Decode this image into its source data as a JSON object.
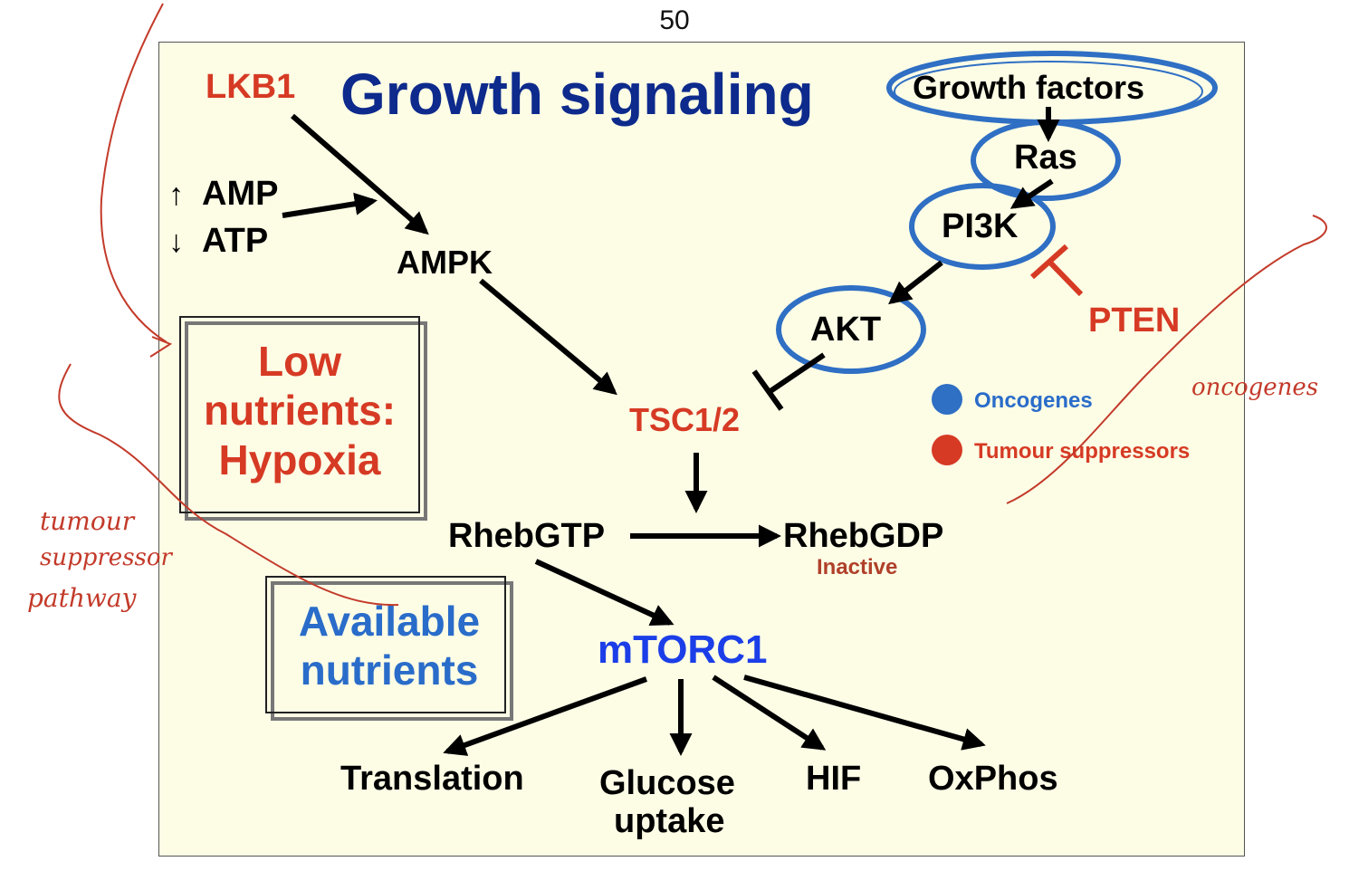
{
  "page": {
    "number": "50"
  },
  "slide": {
    "title": "Growth signaling",
    "nodes": {
      "lkb1": "LKB1",
      "amp": "AMP",
      "atp": "ATP",
      "amp_arrow": "↑",
      "atp_arrow": "↓",
      "ampk": "AMPK",
      "growth_factors": "Growth factors",
      "ras": "Ras",
      "pi3k": "PI3K",
      "akt": "AKT",
      "pten": "PTEN",
      "tsc": "TSC1/2",
      "rheb_gtp": "RhebGTP",
      "rheb_gdp": "RhebGDP",
      "rheb_gdp_note": "Inactive",
      "mtorc1": "mTORC1",
      "translation": "Translation",
      "glucose_line1": "Glucose",
      "glucose_line2": "uptake",
      "hif": "HIF",
      "oxphos": "OxPhos"
    },
    "boxes": {
      "low_line1": "Low",
      "low_line2": "nutrients:",
      "low_line3": "Hypoxia",
      "avail_line1": "Available",
      "avail_line2": "nutrients"
    },
    "legend": {
      "oncogenes": "Oncogenes",
      "suppressors": "Tumour suppressors"
    }
  },
  "annotations": {
    "left_line1": "tumour",
    "left_line2": "suppressor",
    "left_line3": "pathway",
    "right": "oncogenes"
  },
  "colors": {
    "title": "#0d2a8c",
    "red": "#d63a24",
    "blue_text": "#2a6cc9",
    "mtor": "#1b3ee8",
    "oncogene_blue": "#2f6fc4",
    "ink": "#c33a2a",
    "slide_bg": "#fdfde6"
  }
}
